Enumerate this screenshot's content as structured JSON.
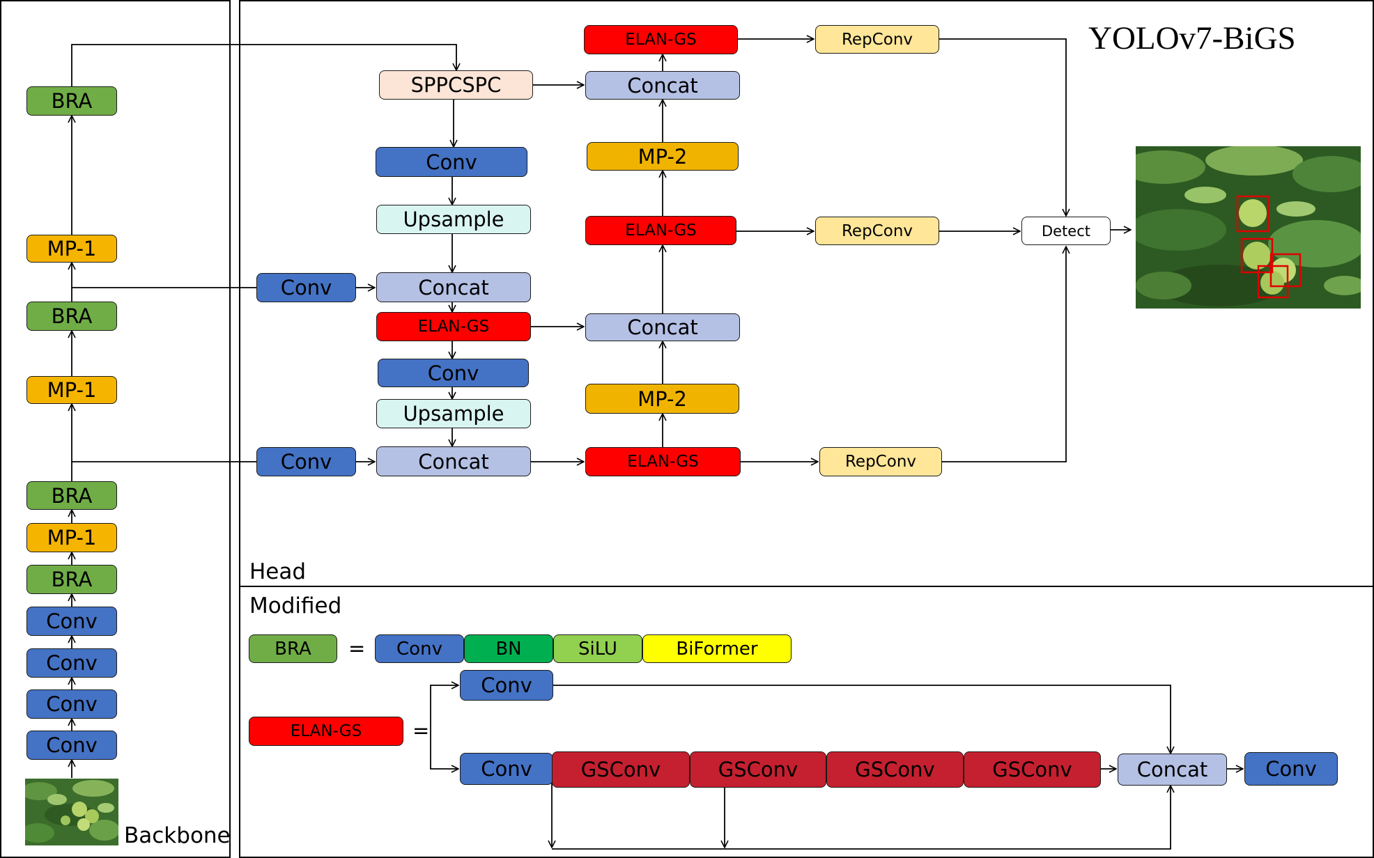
{
  "title": "YOLOv7-BiGS",
  "sections": {
    "head": "Head",
    "modified": "Modified",
    "backbone": "Backbone"
  },
  "blocks": {
    "conv": "Conv",
    "bra": "BRA",
    "mp1": "MP-1",
    "mp2": "MP-2",
    "elan_gs": "ELAN-GS",
    "concat": "Concat",
    "sppcspc": "SPPCSPC",
    "upsample": "Upsample",
    "repconv": "RepConv",
    "detect": "Detect",
    "bn": "BN",
    "silu": "SiLU",
    "biformer": "BiFormer",
    "gsconv": "GSConv"
  },
  "equals": "=",
  "images": {
    "input": "input-image",
    "output": "detection-output-image"
  },
  "colors": {
    "conv": "#4472C4",
    "bra": "#70AD47",
    "mp": "#F4B400",
    "elan_gs": "#FF0000",
    "concat": "#B4C0E4",
    "sppcspc": "#FCE4D6",
    "upsample": "#D9F5F1",
    "repconv": "#FFE699",
    "bn": "#00B050",
    "silu": "#92D050",
    "biformer": "#FFFF00",
    "gsconv": "#C4202F",
    "detection_box": "#E00000"
  }
}
